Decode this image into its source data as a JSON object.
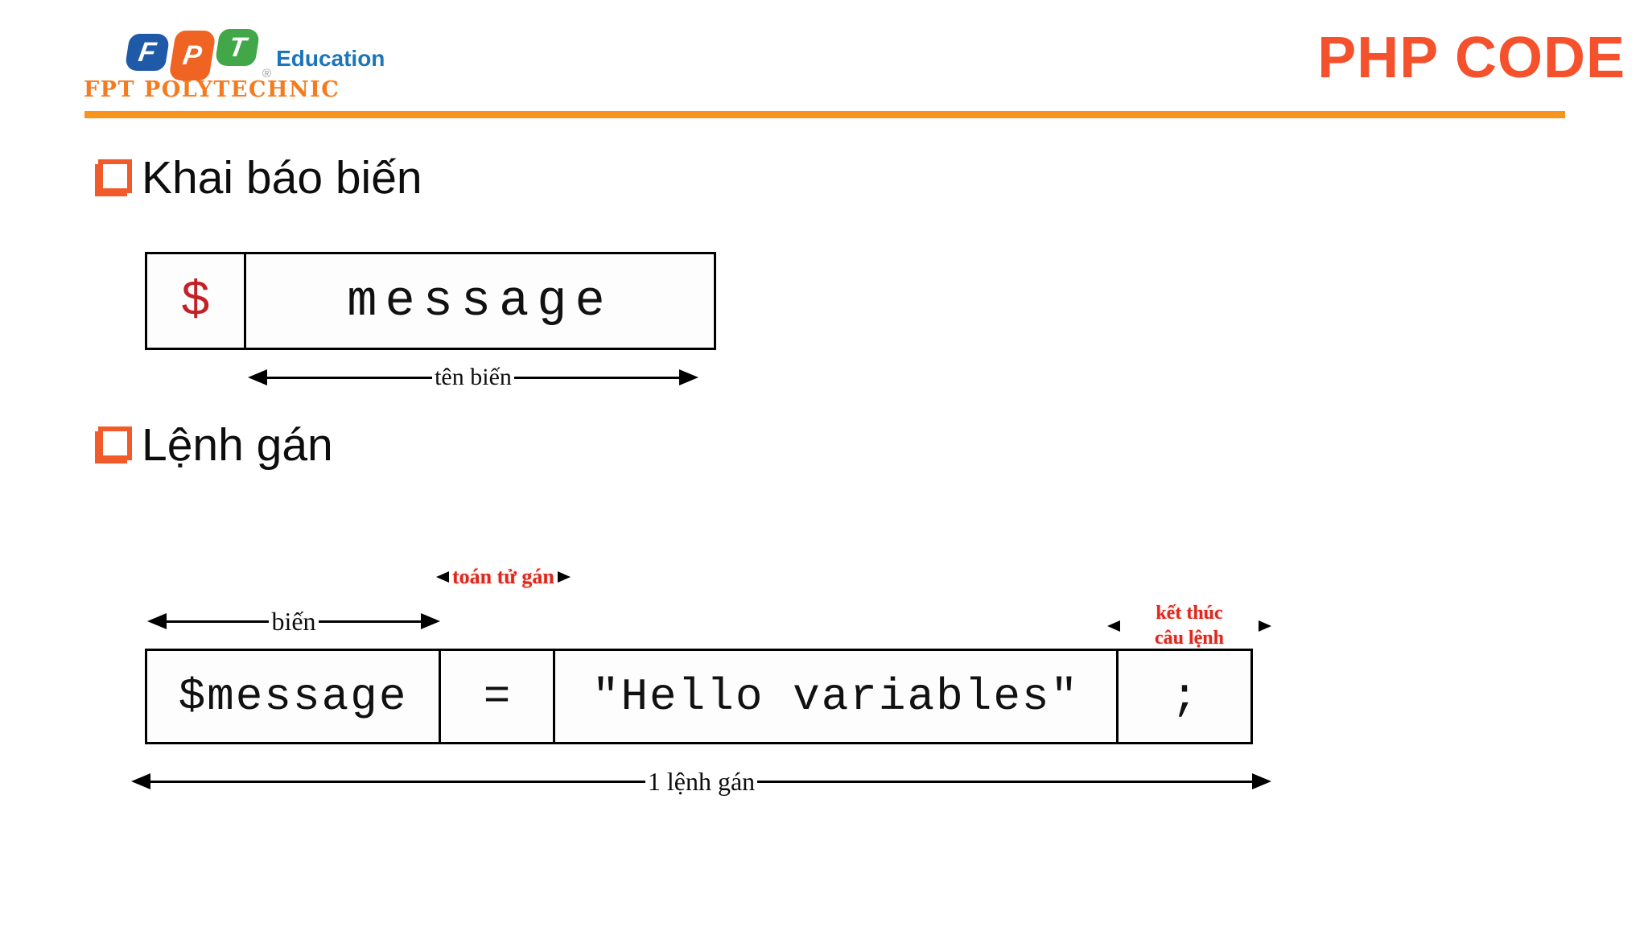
{
  "slide": {
    "title": "PHP CODE",
    "brand": {
      "logo_letters": [
        "F",
        "P",
        "T"
      ],
      "registered_mark": "®",
      "education_label": "Education",
      "polytechnic_label": "FPT POLYTECHNIC"
    },
    "bullets": [
      {
        "label": "Khai báo biến"
      },
      {
        "label": "Lệnh gán"
      }
    ],
    "variable_diagram": {
      "sigil": "$",
      "variable_name": "message",
      "arrow_label": "tên biến"
    },
    "assignment_diagram": {
      "variable_arrow_label": "biến",
      "operator_label": "toán tử gán",
      "terminator_label_line1": "kết thúc",
      "terminator_label_line2": "câu lệnh",
      "cells": [
        "$message",
        "=",
        "\"Hello variables\"",
        ";"
      ],
      "statement_arrow_label": "1 lệnh gán"
    },
    "colors": {
      "title_orange": "#F4512C",
      "rule_orange": "#F7941D",
      "polytechnic_orange": "#F47B20",
      "bullet_orange": "#F15B2B",
      "logo_blue": "#1F5AA8",
      "logo_orange": "#F06423",
      "logo_green": "#41A748",
      "education_blue": "#1B75BC",
      "diagram_label_red": "#DB2A1D",
      "dollar_red": "#C42127",
      "diagram_line_black": "#000000"
    }
  }
}
